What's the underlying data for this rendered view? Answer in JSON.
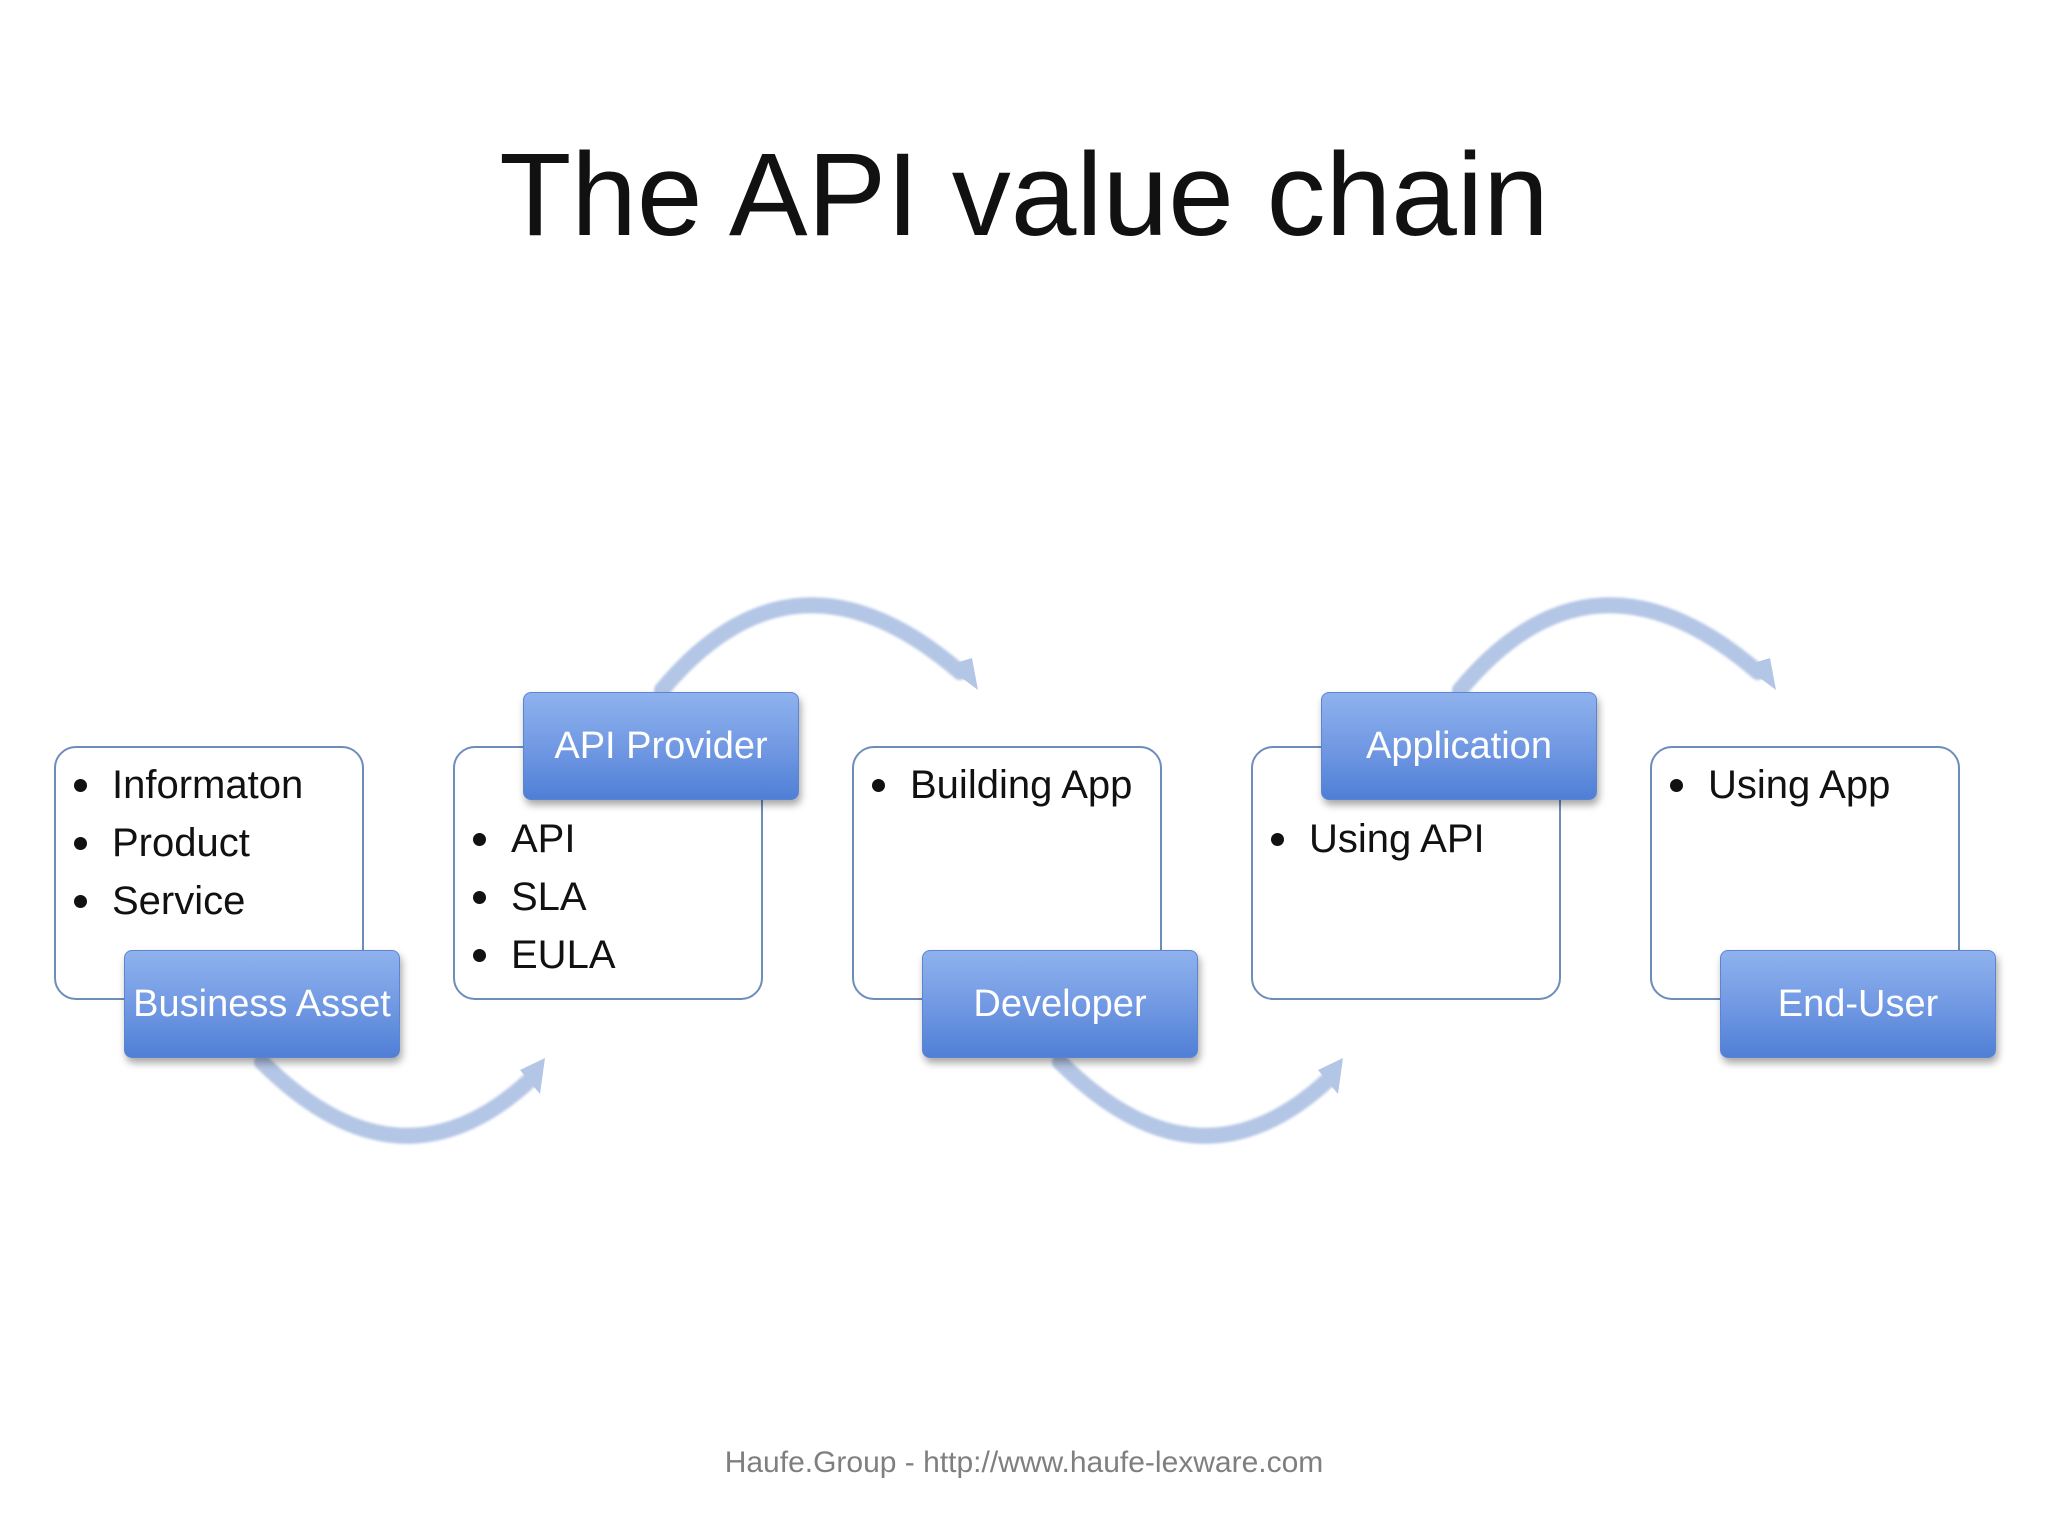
{
  "slide": {
    "title": "The API value chain",
    "footer": "Haufe.Group - http://www.haufe-lexware.com"
  },
  "chain": [
    {
      "label": "Business Asset",
      "items": [
        "Informaton",
        "Product",
        "Service"
      ]
    },
    {
      "label": "API Provider",
      "items": [
        "API",
        "SLA",
        "EULA"
      ]
    },
    {
      "label": "Developer",
      "items": [
        "Building App"
      ]
    },
    {
      "label": "Application",
      "items": [
        "Using API"
      ]
    },
    {
      "label": "End-User",
      "items": [
        "Using App"
      ]
    }
  ],
  "colors": {
    "label_fill_top": "#8fb2ee",
    "label_fill_bottom": "#4f7fd6",
    "box_border": "#6d8dbb",
    "arrow": "#b4c6e6",
    "footer_text": "#7f7f7f"
  }
}
